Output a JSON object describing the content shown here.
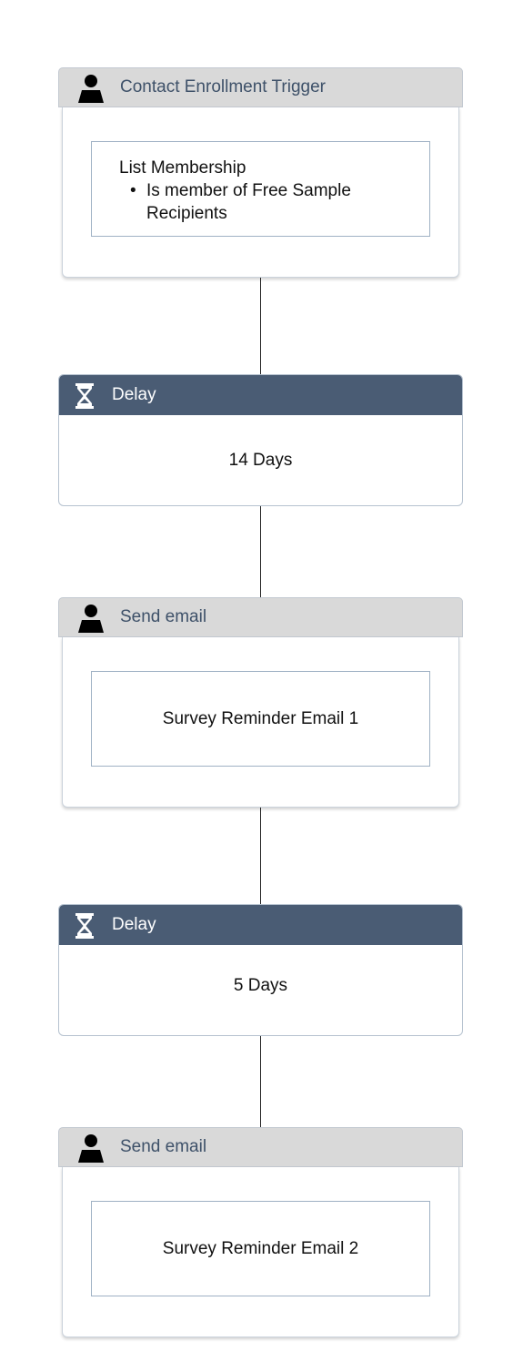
{
  "workflow": {
    "trigger": {
      "title": "Contact Enrollment Trigger",
      "icon": "person-icon",
      "criteria_title": "List Membership",
      "criteria_items": [
        "Is member of Free Sample Recipients"
      ]
    },
    "delay_1": {
      "title": "Delay",
      "icon": "hourglass-icon",
      "value": "14 Days"
    },
    "email_1": {
      "title": "Send email",
      "icon": "person-icon",
      "email_name": "Survey Reminder Email 1"
    },
    "delay_2": {
      "title": "Delay",
      "icon": "hourglass-icon",
      "value": "5 Days"
    },
    "email_2": {
      "title": "Send email",
      "icon": "person-icon",
      "email_name": "Survey Reminder Email 2"
    }
  },
  "colors": {
    "action_header_bg": "#d9d9d9",
    "delay_header_bg": "#4a5c74",
    "title_text": "#3e5169",
    "border": "#9fb1c4"
  }
}
